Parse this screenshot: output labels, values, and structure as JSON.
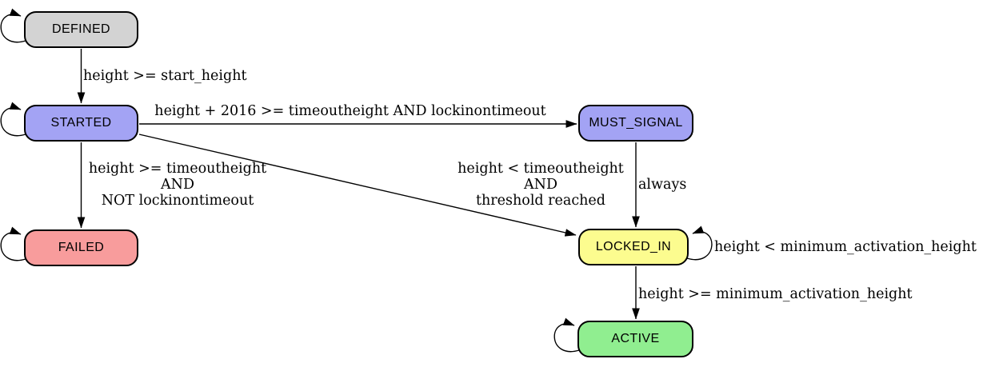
{
  "canvas": {
    "background": "#ffffff",
    "edge_color": "#000000",
    "node_border_color": "#000000"
  },
  "nodes": {
    "defined": {
      "label": "DEFINED",
      "color": "#d3d3d3"
    },
    "started": {
      "label": "STARTED",
      "color": "#a3a3f4"
    },
    "must_signal": {
      "label": "MUST_SIGNAL",
      "color": "#a3a3f4"
    },
    "failed": {
      "label": "FAILED",
      "color": "#f89c9c"
    },
    "locked_in": {
      "label": "LOCKED_IN",
      "color": "#fcfc8f"
    },
    "active": {
      "label": "ACTIVE",
      "color": "#90ee90"
    }
  },
  "edges": {
    "defined_to_started": {
      "label": "height >= start_height"
    },
    "started_to_must_signal": {
      "label": "height + 2016 >= timeoutheight AND lockinontimeout"
    },
    "started_to_failed": {
      "lines": [
        "height >= timeoutheight",
        "AND",
        "NOT lockinontimeout"
      ]
    },
    "started_to_locked_in": {
      "lines": [
        "height < timeoutheight",
        "AND",
        "threshold reached"
      ]
    },
    "must_signal_to_locked_in": {
      "label": "always"
    },
    "locked_in_self_loop": {
      "label": "height < minimum_activation_height"
    },
    "locked_in_to_active": {
      "label": "height >= minimum_activation_height"
    }
  }
}
